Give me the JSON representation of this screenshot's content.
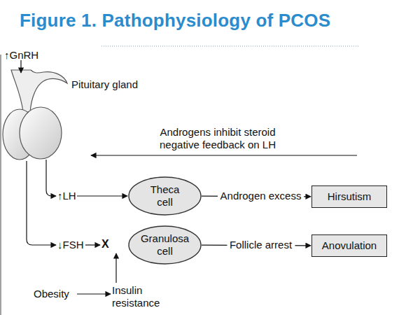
{
  "diagram": {
    "title": "Figure 1. Pathophysiology of PCOS",
    "nodes": [
      {
        "text": [
          "Theca cell"
        ]
      },
      {
        "text": [
          "Granulosa cell"
        ]
      },
      {
        "text": [
          "Hirsutism"
        ]
      },
      {
        "text": [
          "Anovulation"
        ]
      }
    ],
    "edges": [
      {
        "from": 0,
        "to": 2,
        "label": "Androgen excess",
        "arrow": "to"
      },
      {
        "from": 1,
        "to": 3,
        "label": "Follicle arrest",
        "arrow": "to"
      }
    ],
    "labels": [
      "↑GnRH",
      "Pituitary gland",
      "Androgens inhibit steroid negative feedback on LH",
      "↑LH",
      "↓FSH",
      "X",
      "Obesity",
      "Insulin resistance"
    ]
  }
}
